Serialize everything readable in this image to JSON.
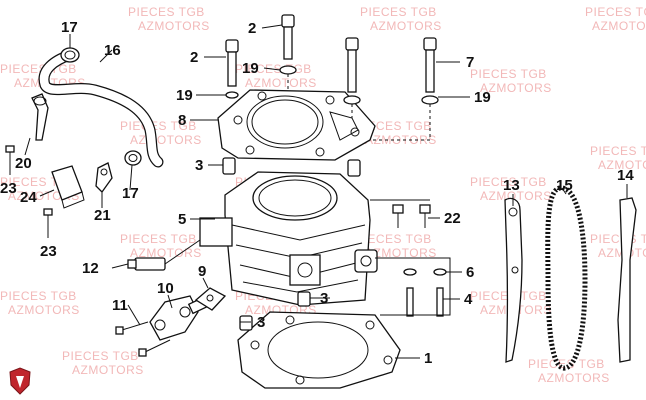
{
  "watermark": {
    "line1": "PIECES TGB",
    "line2": "AZMOTORS"
  },
  "callouts": {
    "c1": "1",
    "c2a": "2",
    "c2b": "2",
    "c3a": "3",
    "c3b": "3",
    "c3c": "3",
    "c4": "4",
    "c5": "5",
    "c6": "6",
    "c7": "7",
    "c8": "8",
    "c9": "9",
    "c10": "10",
    "c11": "11",
    "c12": "12",
    "c13": "13",
    "c14": "14",
    "c15": "15",
    "c16": "16",
    "c17a": "17",
    "c17b": "17",
    "c19a": "19",
    "c19b": "19",
    "c19c": "19",
    "c20": "20",
    "c21": "21",
    "c22": "22",
    "c23a": "23",
    "c23b": "23",
    "c24": "24"
  },
  "logo": {
    "icon": "tgb-shield-icon"
  }
}
